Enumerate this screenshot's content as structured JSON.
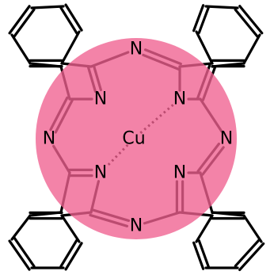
{
  "molecule": {
    "atoms": [
      {
        "id": "cu",
        "label": "Cu"
      },
      {
        "id": "n-bridge-top",
        "label": "N"
      },
      {
        "id": "n-bridge-left",
        "label": "N"
      },
      {
        "id": "n-bridge-right",
        "label": "N"
      },
      {
        "id": "n-bridge-bottom",
        "label": "N"
      },
      {
        "id": "n-pyrrole-tl",
        "label": "N"
      },
      {
        "id": "n-pyrrole-tr",
        "label": "N"
      },
      {
        "id": "n-pyrrole-bl",
        "label": "N"
      },
      {
        "id": "n-pyrrole-br",
        "label": "N"
      }
    ]
  },
  "colors": {
    "highlight": "#f06090",
    "highlight_opacity": 0.78,
    "bond": "#000000"
  }
}
